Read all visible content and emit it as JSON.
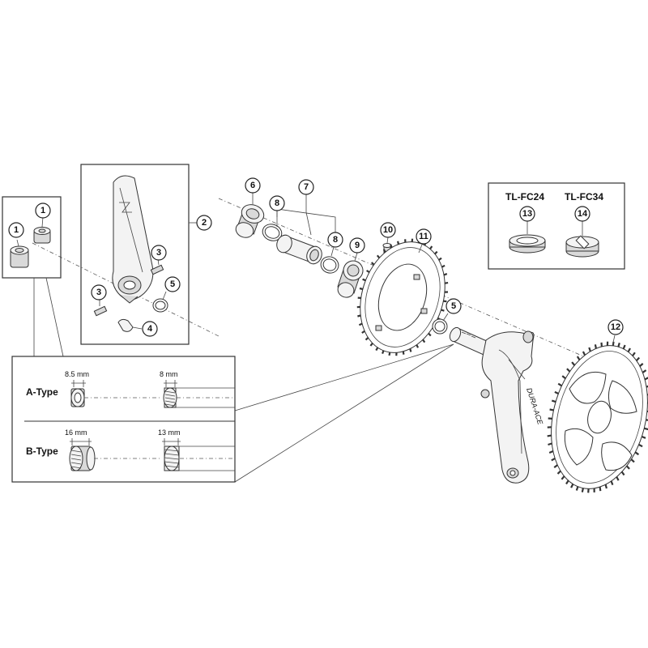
{
  "callouts": [
    {
      "n": "1"
    },
    {
      "n": "1"
    },
    {
      "n": "2"
    },
    {
      "n": "3"
    },
    {
      "n": "3"
    },
    {
      "n": "4"
    },
    {
      "n": "5"
    },
    {
      "n": "5"
    },
    {
      "n": "6"
    },
    {
      "n": "7"
    },
    {
      "n": "8"
    },
    {
      "n": "8"
    },
    {
      "n": "9"
    },
    {
      "n": "10"
    },
    {
      "n": "11"
    },
    {
      "n": "12"
    },
    {
      "n": "13"
    },
    {
      "n": "14"
    }
  ],
  "tools": {
    "left_label": "TL-FC24",
    "right_label": "TL-FC34"
  },
  "inset": {
    "a_type": "A-Type",
    "b_type": "B-Type",
    "a_dim_1": "8.5 mm",
    "a_dim_2": "8 mm",
    "b_dim_1": "16 mm",
    "b_dim_2": "13 mm"
  }
}
